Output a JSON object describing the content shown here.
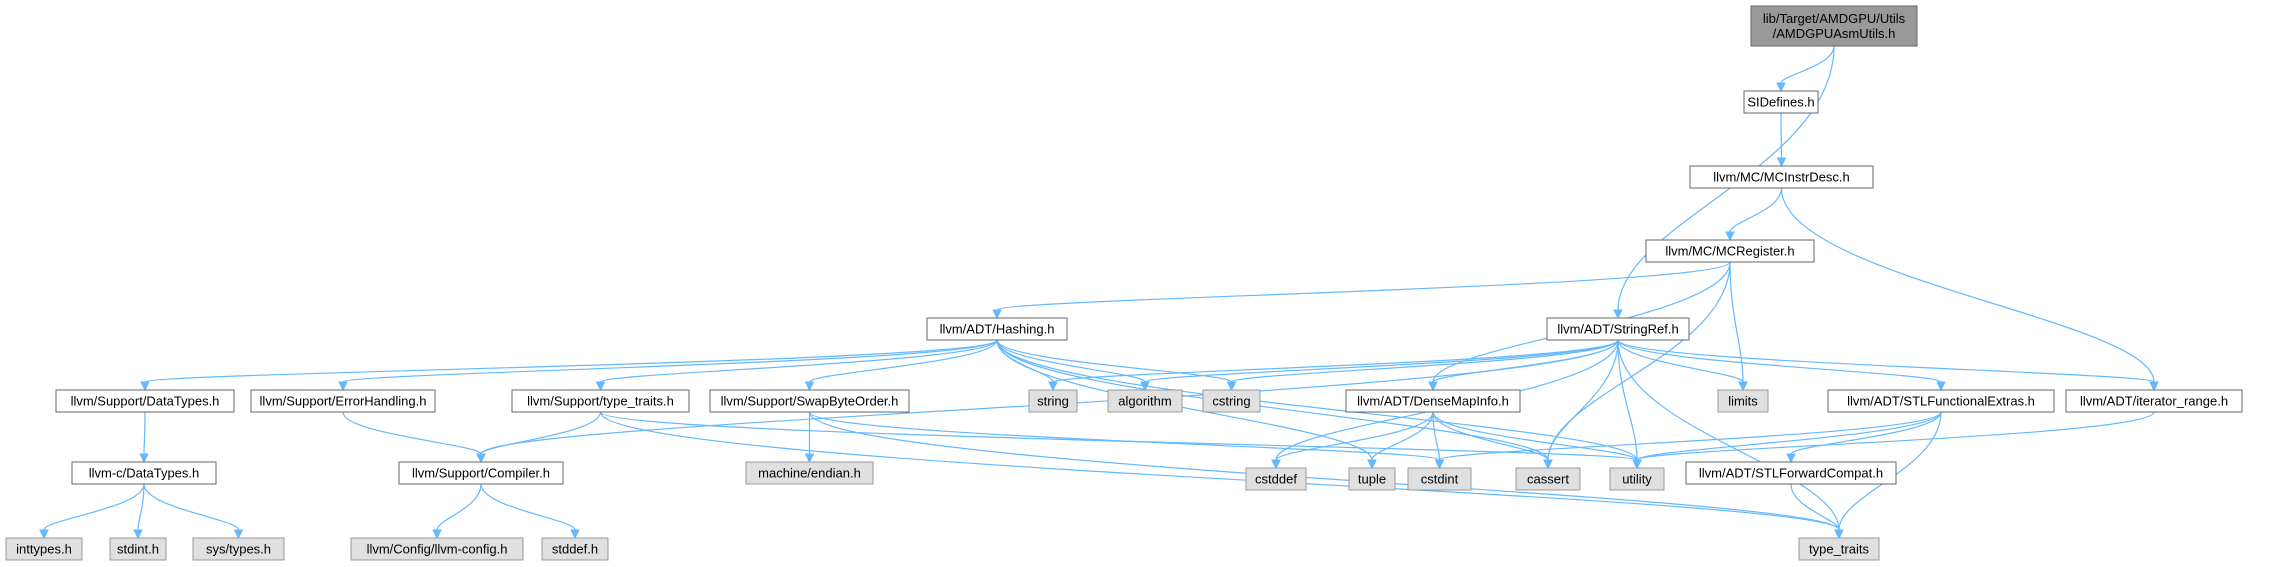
{
  "title": "",
  "colors": {
    "main_fill": "#999999",
    "file_fill": "#ffffff",
    "system_fill": "#e0e0e0",
    "edge": "#63b8ff",
    "border": "#666666"
  },
  "nodes": [
    {
      "id": "root",
      "lines": [
        "lib/Target/AMDGPU/Utils",
        "/AMDGPUAsmUtils.h"
      ],
      "kind": "main"
    },
    {
      "id": "sidefines",
      "lines": [
        "SIDefines.h"
      ],
      "kind": "file"
    },
    {
      "id": "mcinstrdesc",
      "lines": [
        "llvm/MC/MCInstrDesc.h"
      ],
      "kind": "file"
    },
    {
      "id": "mcregister",
      "lines": [
        "llvm/MC/MCRegister.h"
      ],
      "kind": "file"
    },
    {
      "id": "hashing",
      "lines": [
        "llvm/ADT/Hashing.h"
      ],
      "kind": "file"
    },
    {
      "id": "stringref",
      "lines": [
        "llvm/ADT/StringRef.h"
      ],
      "kind": "file"
    },
    {
      "id": "datatypes",
      "lines": [
        "llvm/Support/DataTypes.h"
      ],
      "kind": "file"
    },
    {
      "id": "errorhandling",
      "lines": [
        "llvm/Support/ErrorHandling.h"
      ],
      "kind": "file"
    },
    {
      "id": "typetraits",
      "lines": [
        "llvm/Support/type_traits.h"
      ],
      "kind": "file"
    },
    {
      "id": "swapbyte",
      "lines": [
        "llvm/Support/SwapByteOrder.h"
      ],
      "kind": "file"
    },
    {
      "id": "string",
      "lines": [
        "string"
      ],
      "kind": "sys"
    },
    {
      "id": "algorithm",
      "lines": [
        "algorithm"
      ],
      "kind": "sys"
    },
    {
      "id": "cstring",
      "lines": [
        "cstring"
      ],
      "kind": "sys"
    },
    {
      "id": "densemapinfo",
      "lines": [
        "llvm/ADT/DenseMapInfo.h"
      ],
      "kind": "file"
    },
    {
      "id": "limits",
      "lines": [
        "limits"
      ],
      "kind": "sys"
    },
    {
      "id": "stlfunctional",
      "lines": [
        "llvm/ADT/STLFunctionalExtras.h"
      ],
      "kind": "file"
    },
    {
      "id": "iteratorrange",
      "lines": [
        "llvm/ADT/iterator_range.h"
      ],
      "kind": "file"
    },
    {
      "id": "cdatatypes",
      "lines": [
        "llvm-c/DataTypes.h"
      ],
      "kind": "file"
    },
    {
      "id": "compiler",
      "lines": [
        "llvm/Support/Compiler.h"
      ],
      "kind": "file"
    },
    {
      "id": "machineendian",
      "lines": [
        "machine/endian.h"
      ],
      "kind": "sys"
    },
    {
      "id": "cstddef",
      "lines": [
        "cstddef"
      ],
      "kind": "sys"
    },
    {
      "id": "tuple",
      "lines": [
        "tuple"
      ],
      "kind": "sys"
    },
    {
      "id": "cstdint",
      "lines": [
        "cstdint"
      ],
      "kind": "sys"
    },
    {
      "id": "cassert",
      "lines": [
        "cassert"
      ],
      "kind": "sys"
    },
    {
      "id": "utility",
      "lines": [
        "utility"
      ],
      "kind": "sys"
    },
    {
      "id": "stlforward",
      "lines": [
        "llvm/ADT/STLForwardCompat.h"
      ],
      "kind": "file"
    },
    {
      "id": "inttypes",
      "lines": [
        "inttypes.h"
      ],
      "kind": "sys"
    },
    {
      "id": "stdint",
      "lines": [
        "stdint.h"
      ],
      "kind": "sys"
    },
    {
      "id": "systypes",
      "lines": [
        "sys/types.h"
      ],
      "kind": "sys"
    },
    {
      "id": "llvmconfig",
      "lines": [
        "llvm/Config/llvm-config.h"
      ],
      "kind": "sys"
    },
    {
      "id": "stddef",
      "lines": [
        "stddef.h"
      ],
      "kind": "sys"
    },
    {
      "id": "typetraitsstd",
      "lines": [
        "type_traits"
      ],
      "kind": "sys"
    }
  ],
  "edges": [
    [
      "root",
      "sidefines"
    ],
    [
      "root",
      "stringref"
    ],
    [
      "sidefines",
      "mcinstrdesc"
    ],
    [
      "mcinstrdesc",
      "mcregister"
    ],
    [
      "mcinstrdesc",
      "iteratorrange"
    ],
    [
      "mcregister",
      "hashing"
    ],
    [
      "mcregister",
      "densemapinfo"
    ],
    [
      "mcregister",
      "limits"
    ],
    [
      "mcregister",
      "cassert"
    ],
    [
      "hashing",
      "datatypes"
    ],
    [
      "hashing",
      "errorhandling"
    ],
    [
      "hashing",
      "typetraits"
    ],
    [
      "hashing",
      "swapbyte"
    ],
    [
      "hashing",
      "string"
    ],
    [
      "hashing",
      "algorithm"
    ],
    [
      "hashing",
      "cstring"
    ],
    [
      "hashing",
      "tuple"
    ],
    [
      "hashing",
      "utility"
    ],
    [
      "hashing",
      "cassert"
    ],
    [
      "stringref",
      "densemapinfo"
    ],
    [
      "stringref",
      "stlfunctional"
    ],
    [
      "stringref",
      "iteratorrange"
    ],
    [
      "stringref",
      "compiler"
    ],
    [
      "stringref",
      "string"
    ],
    [
      "stringref",
      "algorithm"
    ],
    [
      "stringref",
      "cstring"
    ],
    [
      "stringref",
      "limits"
    ],
    [
      "stringref",
      "cstddef"
    ],
    [
      "stringref",
      "cassert"
    ],
    [
      "stringref",
      "utility"
    ],
    [
      "stringref",
      "typetraitsstd"
    ],
    [
      "datatypes",
      "cdatatypes"
    ],
    [
      "cdatatypes",
      "inttypes"
    ],
    [
      "cdatatypes",
      "stdint"
    ],
    [
      "cdatatypes",
      "systypes"
    ],
    [
      "errorhandling",
      "compiler"
    ],
    [
      "typetraits",
      "compiler"
    ],
    [
      "typetraits",
      "utility"
    ],
    [
      "typetraits",
      "typetraitsstd"
    ],
    [
      "swapbyte",
      "machineendian"
    ],
    [
      "swapbyte",
      "cstdint"
    ],
    [
      "swapbyte",
      "typetraitsstd"
    ],
    [
      "compiler",
      "llvmconfig"
    ],
    [
      "compiler",
      "stddef"
    ],
    [
      "densemapinfo",
      "cstddef"
    ],
    [
      "densemapinfo",
      "tuple"
    ],
    [
      "densemapinfo",
      "cstdint"
    ],
    [
      "densemapinfo",
      "cassert"
    ],
    [
      "densemapinfo",
      "utility"
    ],
    [
      "stlfunctional",
      "stlforward"
    ],
    [
      "stlfunctional",
      "cstdint"
    ],
    [
      "stlfunctional",
      "typetraitsstd"
    ],
    [
      "stlfunctional",
      "utility"
    ],
    [
      "iteratorrange",
      "utility"
    ],
    [
      "stlforward",
      "typetraitsstd"
    ]
  ]
}
